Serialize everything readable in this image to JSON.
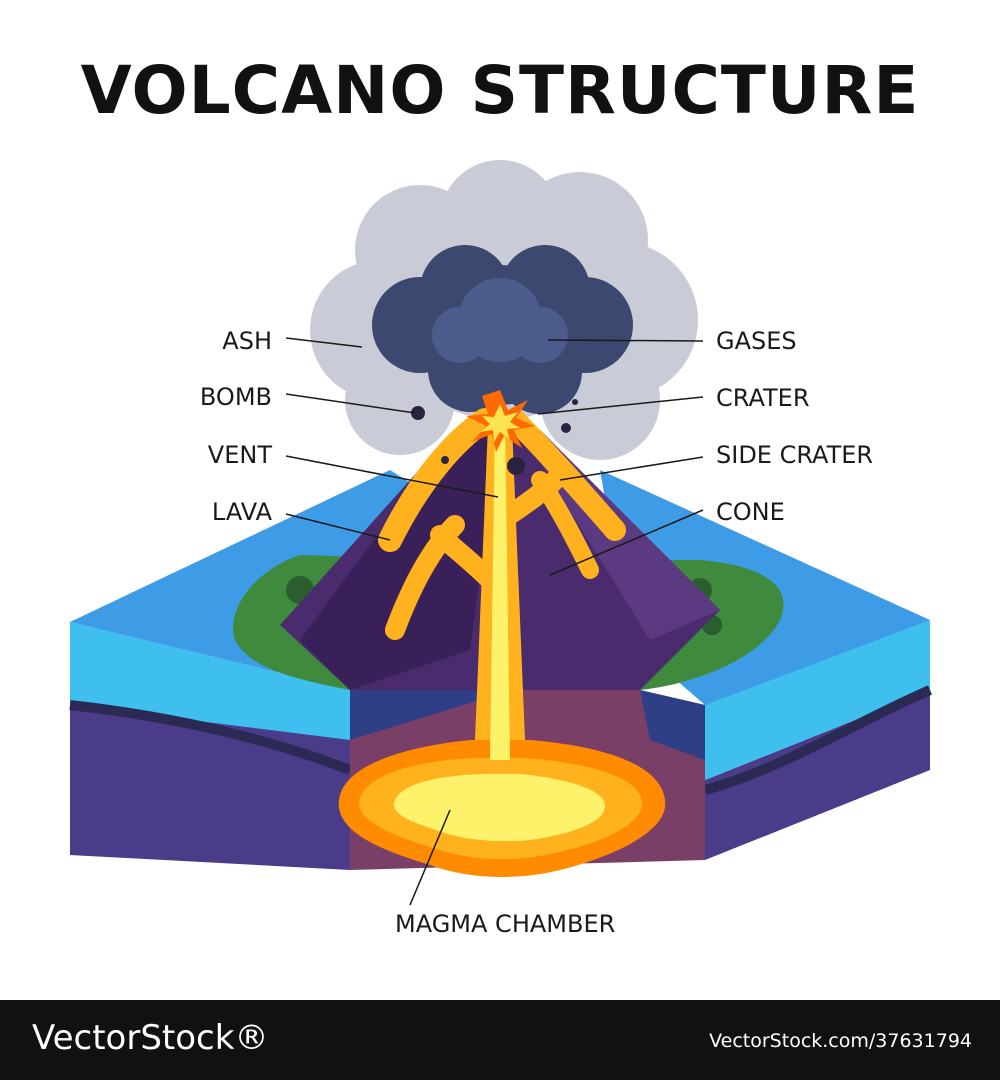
{
  "title": "VOLCANO STRUCTURE",
  "labels": {
    "ash": "ASH",
    "bomb": "BOMB",
    "vent": "VENT",
    "lava": "LAVA",
    "gases": "GASES",
    "crater": "CRATER",
    "side_crater": "SIDE CRATER",
    "cone": "CONE",
    "magma_chamber": "MAGMA CHAMBER"
  },
  "footer": {
    "brand": "VectorStock®",
    "image_id": "VectorStock.com/37631794"
  },
  "colors": {
    "ash_cloud": "#c9ccd6",
    "gas_cloud": "#3d4870",
    "water": "#3e9be6",
    "land": "#3f8a3c",
    "cone": "#4a2c6e",
    "lava": "#ffb21e",
    "magma": "#ff8c00",
    "crust": "#7a3f66",
    "bedrock": "#4b3c8a"
  }
}
